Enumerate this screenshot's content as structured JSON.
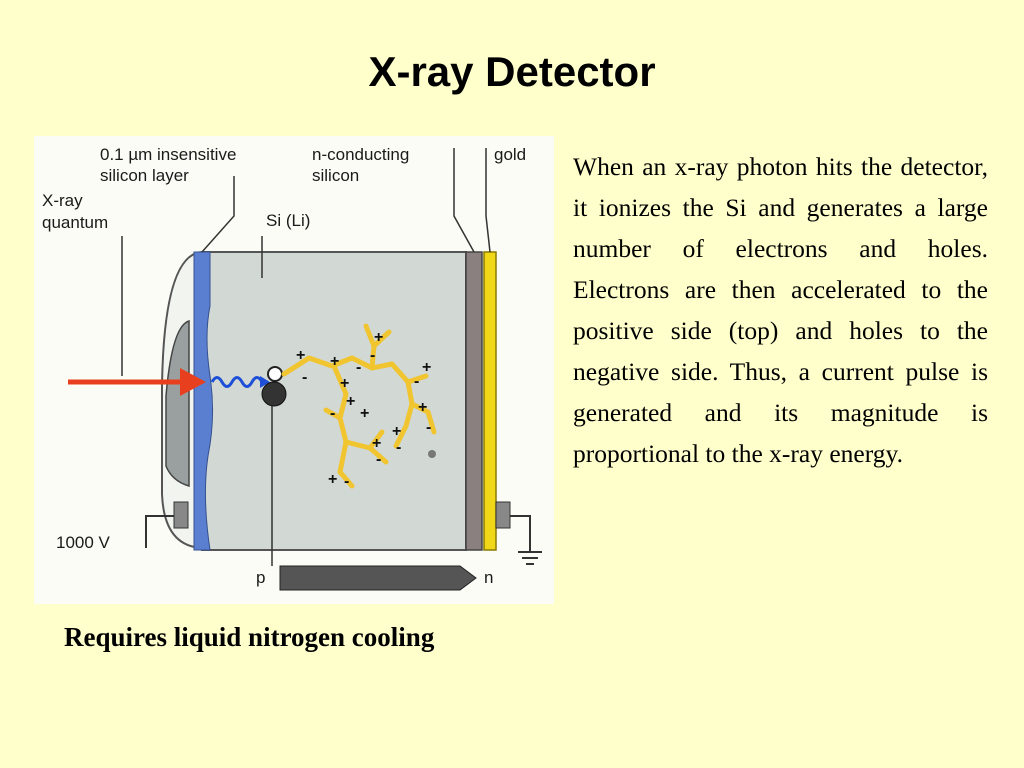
{
  "title": "X-ray Detector",
  "figure": {
    "label_insensitive_1": "0.1 µm insensitive",
    "label_insensitive_2": "silicon layer",
    "label_nconducting_1": "n-conducting",
    "label_nconducting_2": "silicon",
    "label_gold": "gold",
    "label_xray_1": "X-ray",
    "label_xray_2": "quantum",
    "label_sili": "Si (Li)",
    "label_voltage": "1000 V",
    "label_p": "p",
    "label_n": "n",
    "colors": {
      "silicon": "#d2d8d4",
      "insensitive_layer": "#5b7fd0",
      "gold": "#f0d818",
      "photon_arrow": "#e8401e",
      "ion_track": "#f0c530"
    }
  },
  "description": "When an x-ray photon hits the detector, it ionizes the Si and generates a large number of electrons and holes. Electrons are then accelerated to the positive side (top) and holes to the negative side. Thus, a current pulse is generated and its magnitude is proportional to the x-ray energy.",
  "caption": "Requires liquid nitrogen cooling"
}
